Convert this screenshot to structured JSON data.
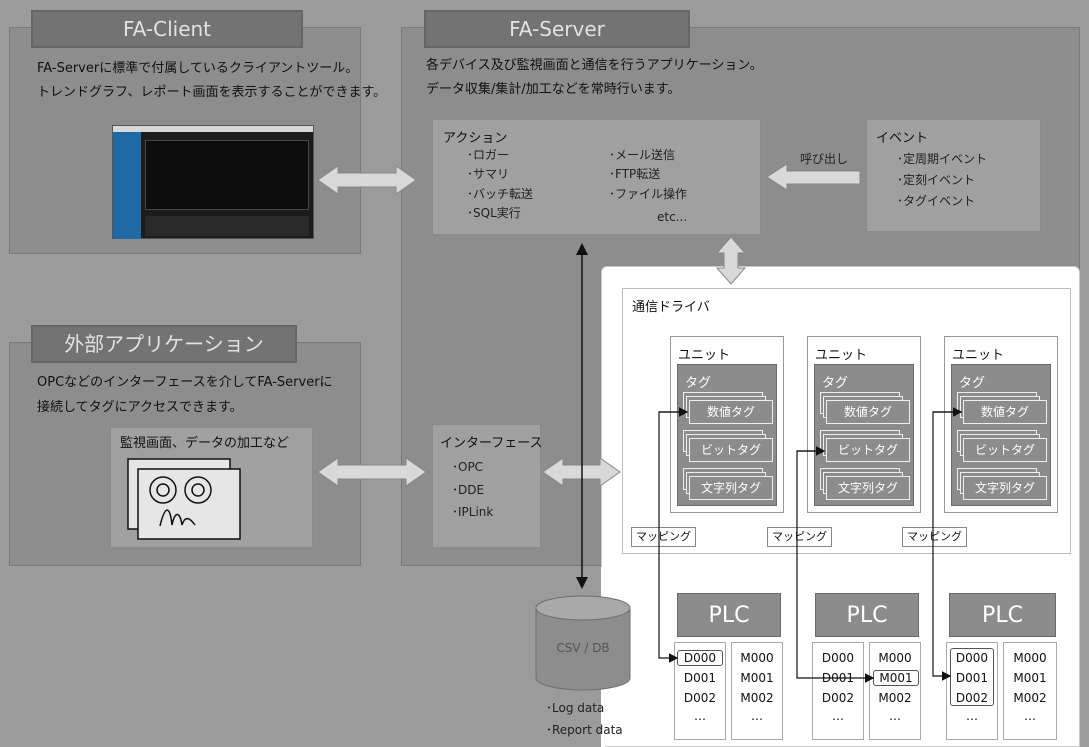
{
  "fa_client": {
    "title": "FA-Client",
    "desc1": "FA-Serverに標準で付属しているクライアントツール。",
    "desc2": "トレンドグラフ、レポート画面を表示することができます。"
  },
  "fa_server": {
    "title": "FA-Server",
    "desc1": "各デバイス及び監視画面と通信を行うアプリケーション。",
    "desc2": "データ収集/集計/加工などを常時行います。"
  },
  "external": {
    "title": "外部アプリケーション",
    "desc1": "OPCなどのインターフェースを介してFA-Serverに",
    "desc2": "接続してタグにアクセスできます。",
    "monitor_title": "監視画面、データの加工など"
  },
  "action": {
    "title": "アクション",
    "left_items": [
      "･ロガー",
      "･サマリ",
      "･バッチ転送",
      "･SQL実行"
    ],
    "right_items": [
      "･メール送信",
      "･FTP転送",
      "･ファイル操作"
    ],
    "etc": "etc..."
  },
  "event": {
    "title": "イベント",
    "items": [
      "･定周期イベント",
      "･定刻イベント",
      "･タグイベント"
    ],
    "call_label": "呼び出し"
  },
  "interface": {
    "title": "インターフェース",
    "items": [
      "･OPC",
      "･DDE",
      "･IPLink"
    ]
  },
  "driver": {
    "title": "通信ドライバ",
    "unit_label": "ユニット",
    "tag_label": "タグ",
    "numeric_tag": "数値タグ",
    "bit_tag": "ビットタグ",
    "string_tag": "文字列タグ",
    "mapping": "マッピング"
  },
  "plc": {
    "label": "PLC",
    "d_rows": [
      "D000",
      "D001",
      "D002",
      "…"
    ],
    "m_rows": [
      "M000",
      "M001",
      "M002",
      "…"
    ]
  },
  "db": {
    "label": "CSV / DB",
    "items": [
      "･Log data",
      "･Report data"
    ]
  }
}
